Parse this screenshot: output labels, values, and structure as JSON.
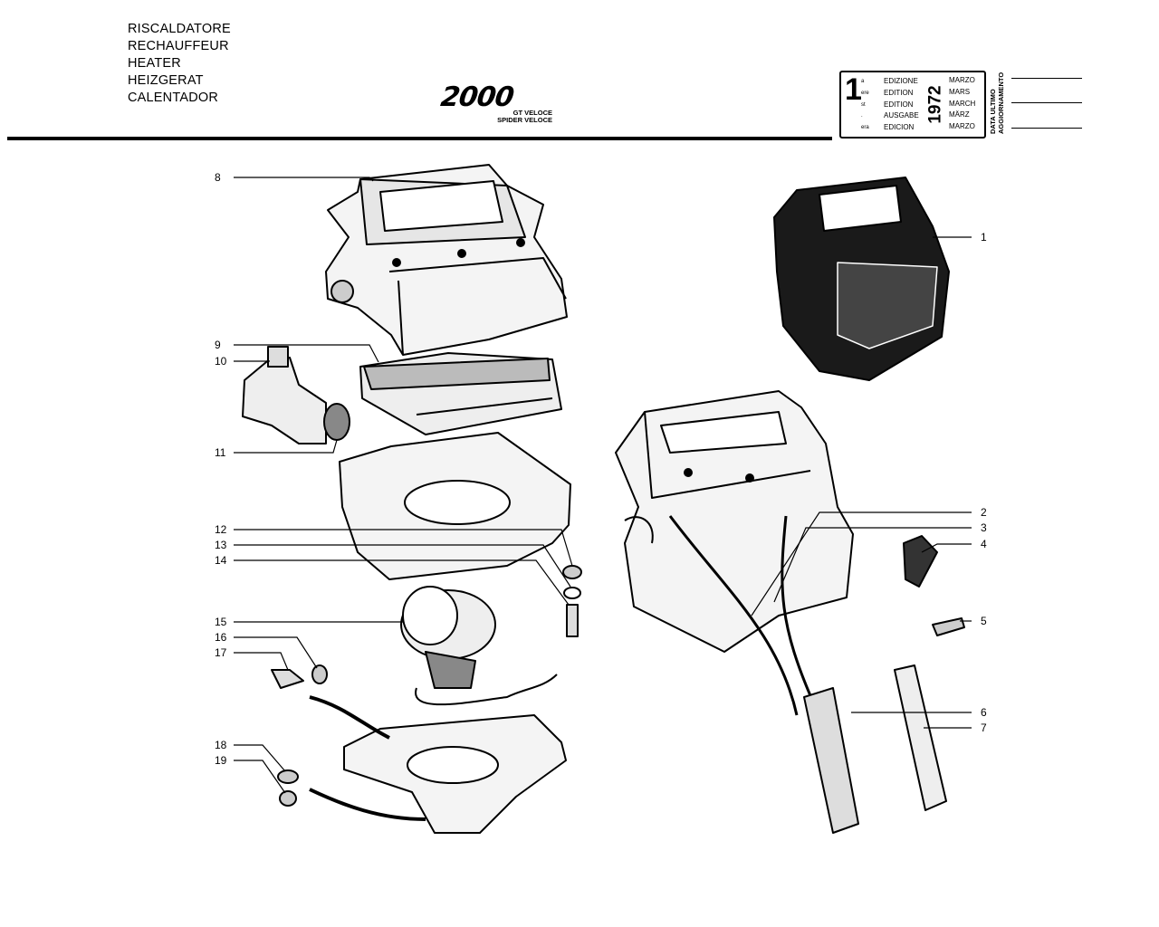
{
  "titles": [
    "RISCALDATORE",
    "RECHAUFFEUR",
    "HEATER",
    "HEIZGERAT",
    "CALENTADOR"
  ],
  "model": {
    "number": "2000",
    "variant_1": "GT VELOCE",
    "variant_2": "SPIDER VELOCE"
  },
  "edition": {
    "number": "1",
    "suffixes": [
      "a",
      "ere",
      "st",
      ".",
      "era"
    ],
    "names": [
      "EDIZIONE",
      "EDITION",
      "EDITION",
      "AUSGABE",
      "EDICION"
    ],
    "year": "1972",
    "months": [
      "MARZO",
      "MARS",
      "MARCH",
      "MÄRZ",
      "MARZO"
    ]
  },
  "update_label": [
    "DATA ULTIMO",
    "AGGIORNAMENTO"
  ],
  "callouts": [
    "1",
    "2",
    "3",
    "4",
    "5",
    "6",
    "7",
    "8",
    "9",
    "10",
    "11",
    "12",
    "13",
    "14",
    "15",
    "16",
    "17",
    "18",
    "19"
  ]
}
